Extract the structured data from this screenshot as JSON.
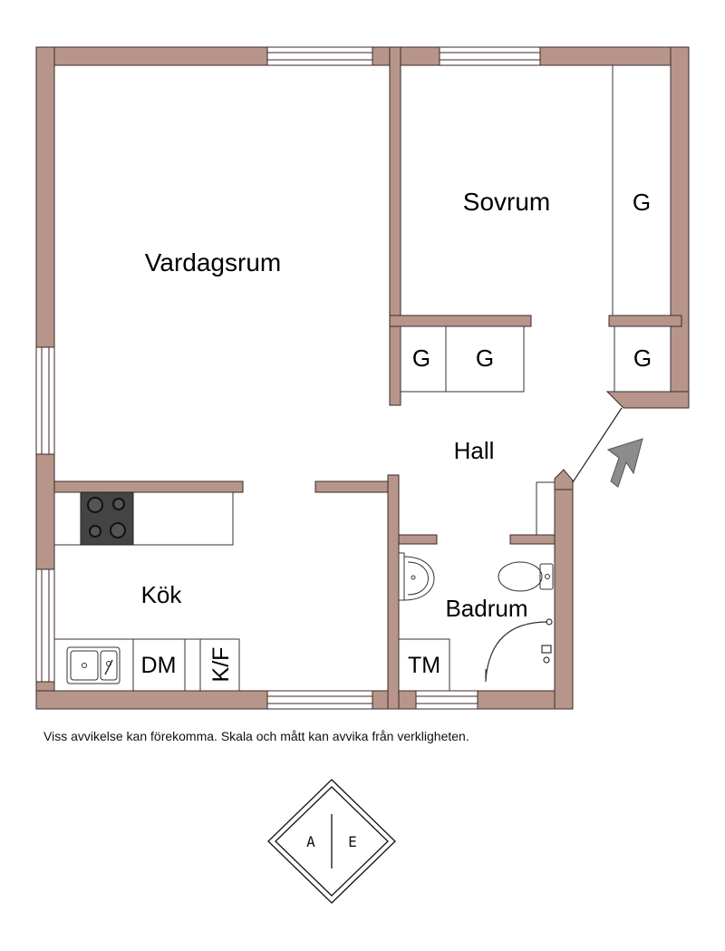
{
  "rooms": {
    "living": "Vardagsrum",
    "bedroom": "Sovrum",
    "hall": "Hall",
    "kitchen": "Kök",
    "bathroom": "Badrum"
  },
  "fixtures": {
    "wardrobe": "G",
    "dishwasher": "DM",
    "fridge_freezer": "K/F",
    "washing_machine": "TM"
  },
  "disclaimer": "Viss avvikelse kan förekomma. Skala och mått kan avvika från verkligheten.",
  "logo": {
    "left": "A",
    "right": "E"
  },
  "colors": {
    "wall": "#b8958a",
    "wall_outline": "#3a2a25",
    "stove": "#444444",
    "arrow": "#8c8c8c"
  },
  "icons": {
    "entrance": "entrance-arrow-icon",
    "stove": "stove-icon",
    "sink": "kitchen-sink-icon",
    "washbasin": "washbasin-icon",
    "toilet": "toilet-icon",
    "shower": "shower-icon"
  }
}
